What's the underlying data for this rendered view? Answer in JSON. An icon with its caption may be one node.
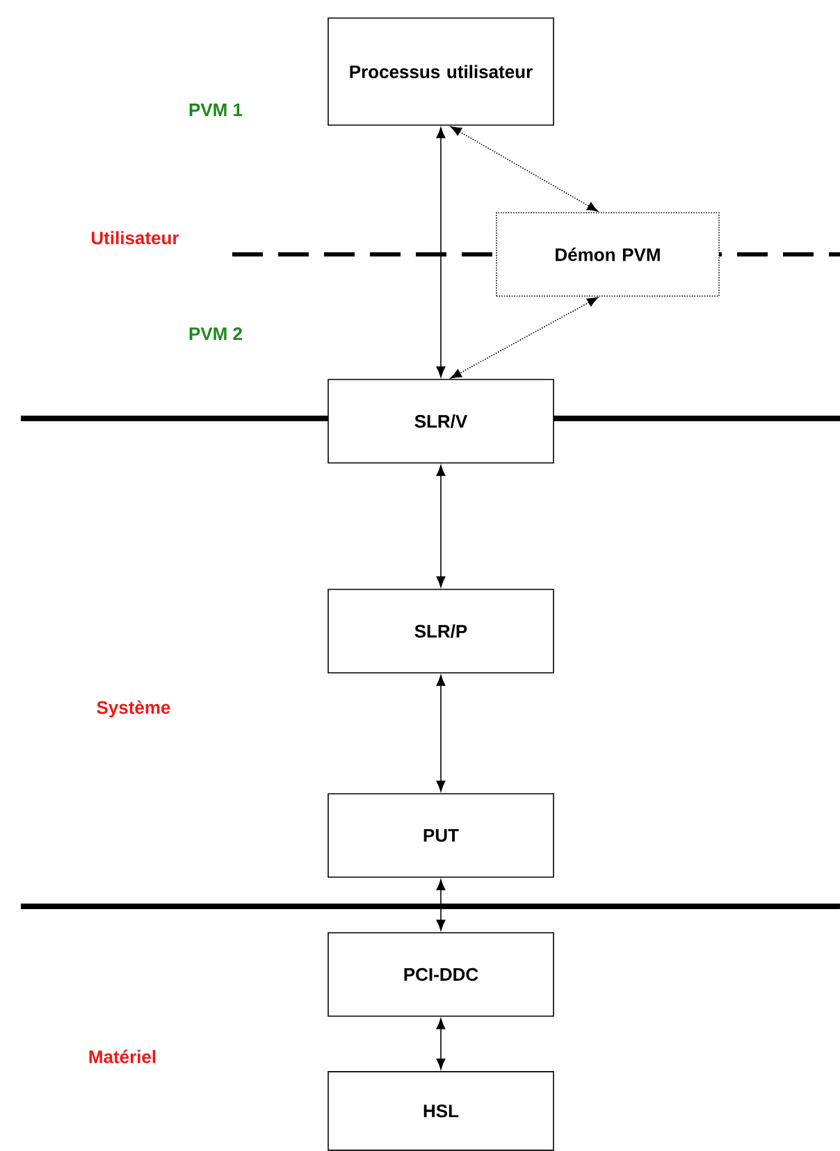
{
  "diagram": {
    "nodes": [
      {
        "text": [
          "Processus utilisateur"
        ]
      },
      {
        "text": [
          "Démon PVM"
        ]
      },
      {
        "text": [
          "SLR/V"
        ]
      },
      {
        "text": [
          "SLR/P"
        ]
      },
      {
        "text": [
          "PUT"
        ]
      },
      {
        "text": [
          "PCI-DDC"
        ]
      },
      {
        "text": [
          "HSL"
        ]
      }
    ],
    "edges": [
      {
        "from": 0,
        "to": 2,
        "arrow": "both"
      },
      {
        "from": 0,
        "to": 1,
        "arrow": "both",
        "style": "dashed"
      },
      {
        "from": 1,
        "to": 2,
        "arrow": "both",
        "style": "dashed"
      },
      {
        "from": 2,
        "to": 3,
        "arrow": "both"
      },
      {
        "from": 3,
        "to": 4,
        "arrow": "both"
      },
      {
        "from": 4,
        "to": 5,
        "arrow": "both"
      },
      {
        "from": 5,
        "to": 6,
        "arrow": "both"
      }
    ],
    "labels": [
      "PVM 1",
      "Utilisateur",
      "PVM 2",
      "Système",
      "Matériel"
    ]
  }
}
